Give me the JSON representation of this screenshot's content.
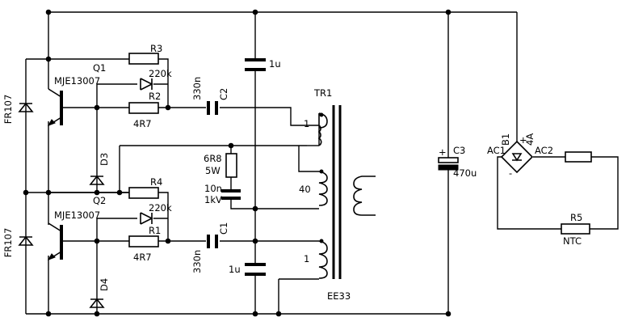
{
  "components": {
    "d_fr107_top": "FR107",
    "d_fr107_bot": "FR107",
    "q1": "Q1",
    "q1_part": "MJE13007",
    "q2": "Q2",
    "q2_part": "MJE13007",
    "r3": "R3",
    "r3_val": "220k",
    "r2": "R2",
    "r2_val": "4R7",
    "r4": "R4",
    "r4_val": "220k",
    "r1": "R1",
    "r1_val": "4R7",
    "d3": "D3",
    "d4": "D4",
    "c2": "C2",
    "c2_val": "330n",
    "c1": "C1",
    "c1_val": "330n",
    "cap_top_val": "1u",
    "cap_bot_val": "1u",
    "snub_r": "6R8",
    "snub_r_w": "5W",
    "snub_c": "10n",
    "snub_c_v": "1kV",
    "tr1": "TR1",
    "tr1_core": "EE33",
    "wind_top": "1",
    "wind_mid": "40",
    "wind_bot": "1",
    "c3": "C3",
    "c3_plus": "+",
    "c3_val": "470u",
    "b1": "B1",
    "b1_rating": "4A",
    "b1_ac1": "AC1",
    "b1_ac2": "AC2",
    "b1_plus": "+",
    "b1_minus": "-",
    "r5": "R5",
    "r5_val": "NTC"
  }
}
